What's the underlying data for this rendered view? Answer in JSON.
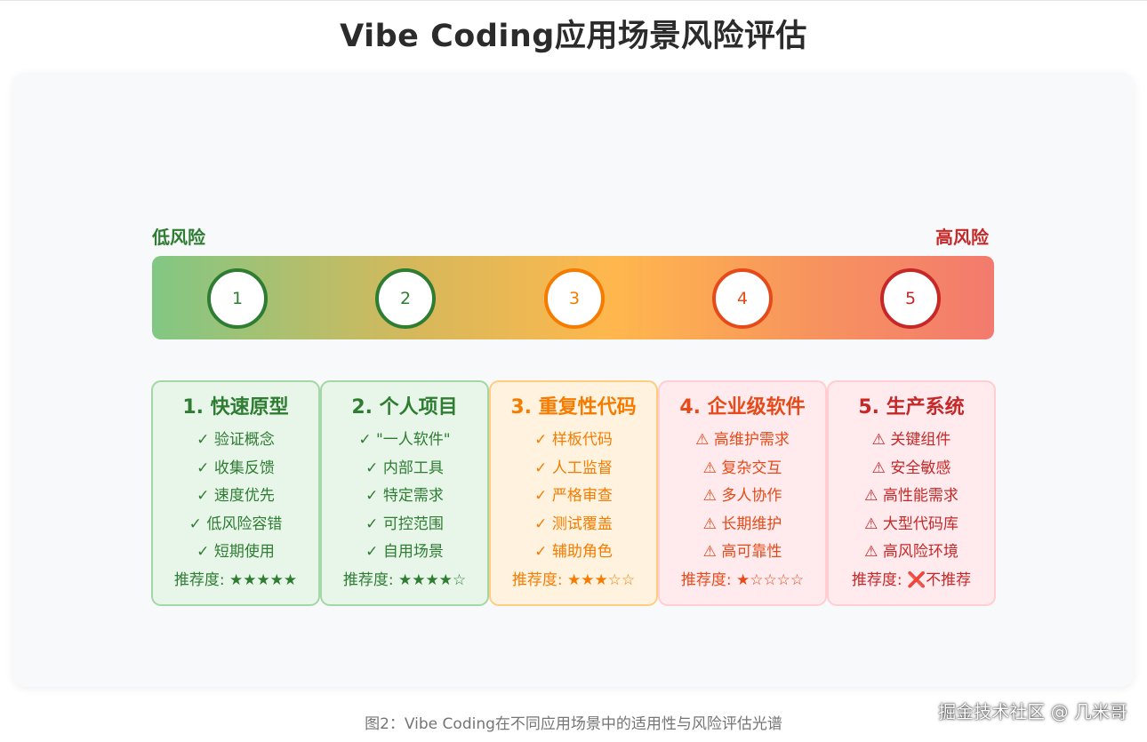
{
  "title": "Vibe Coding应用场景风险评估",
  "spectrum": {
    "low_label": "低风险",
    "high_label": "高风险",
    "nodes": [
      "1",
      "2",
      "3",
      "4",
      "5"
    ]
  },
  "colors": {
    "green": "#2e7d32",
    "orange": "#f57c00",
    "red_orange": "#e64a19",
    "red": "#c62828"
  },
  "cards": [
    {
      "title": "1. 快速原型",
      "items": [
        "✓ 验证概念",
        "✓ 收集反馈",
        "✓ 速度优先",
        "✓ 低风险容错",
        "✓ 短期使用"
      ],
      "rating": "推荐度: ★★★★★",
      "color": "#2e7d32",
      "bg": "#e8f5e9",
      "border": "#a5d6a7"
    },
    {
      "title": "2. 个人项目",
      "items": [
        "✓ \"一人软件\"",
        "✓ 内部工具",
        "✓ 特定需求",
        "✓ 可控范围",
        "✓ 自用场景"
      ],
      "rating": "推荐度: ★★★★☆",
      "color": "#2e7d32",
      "bg": "#e8f5e9",
      "border": "#a5d6a7"
    },
    {
      "title": "3. 重复性代码",
      "items": [
        "✓ 样板代码",
        "✓ 人工监督",
        "✓ 严格审查",
        "✓ 测试覆盖",
        "✓ 辅助角色"
      ],
      "rating": "推荐度: ★★★☆☆",
      "color": "#f57c00",
      "bg": "#fff3e0",
      "border": "#ffcc80"
    },
    {
      "title": "4. 企业级软件",
      "items": [
        "⚠ 高维护需求",
        "⚠ 复杂交互",
        "⚠ 多人协作",
        "⚠ 长期维护",
        "⚠ 高可靠性"
      ],
      "rating": "推荐度: ★☆☆☆☆",
      "color": "#e64a19",
      "bg": "#ffebee",
      "border": "#ffcdd2"
    },
    {
      "title": "5. 生产系统",
      "items": [
        "⚠ 关键组件",
        "⚠ 安全敏感",
        "⚠ 高性能需求",
        "⚠ 大型代码库",
        "⚠ 高风险环境"
      ],
      "rating": "推荐度: ❌不推荐",
      "color": "#c62828",
      "bg": "#ffebee",
      "border": "#ffcdd2"
    }
  ],
  "caption": "图2：Vibe Coding在不同应用场景中的适用性与风险评估光谱",
  "watermark": "掘金技术社区 @ 几米哥"
}
